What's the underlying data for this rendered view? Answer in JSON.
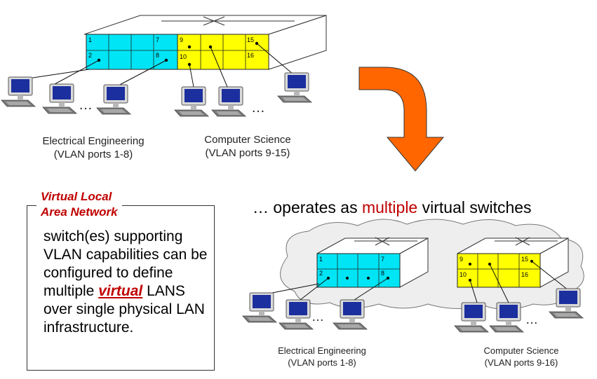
{
  "top": {
    "left_group": {
      "name": "Electrical Engineering",
      "ports": "(VLAN ports 1-8)"
    },
    "right_group": {
      "name": "Computer Science",
      "ports": "(VLAN ports 9-15)"
    },
    "port_numbers": [
      "1",
      "7",
      "9",
      "15",
      "2",
      "8",
      "10",
      "16"
    ],
    "ellipsis": "…"
  },
  "definition": {
    "title_line1": "Virtual Local",
    "title_line2": "Area Network",
    "body_before": "switch(es) supporting VLAN capabilities can be configured to define multiple ",
    "body_emphasis": "virtual",
    "body_after": " LANS over single physical LAN infrastructure."
  },
  "headline": {
    "prefix": "… operates as ",
    "highlight": "multiple",
    "suffix": " virtual switches"
  },
  "bottom": {
    "left_group": {
      "name": "Electrical Engineering",
      "ports": "(VLAN ports 1-8)"
    },
    "right_group": {
      "name": "Computer Science",
      "ports": "(VLAN ports 9-16)"
    },
    "left_switch_ports": [
      "1",
      "7",
      "2",
      "8"
    ],
    "right_switch_ports": [
      "9",
      "15",
      "10",
      "16"
    ],
    "ellipsis": "…"
  },
  "colors": {
    "ee_ports": "#00e5f5",
    "cs_ports": "#ffff00",
    "arrow": "#ff6600",
    "accent_red": "#c00000",
    "cloud": "#eeeeee"
  }
}
